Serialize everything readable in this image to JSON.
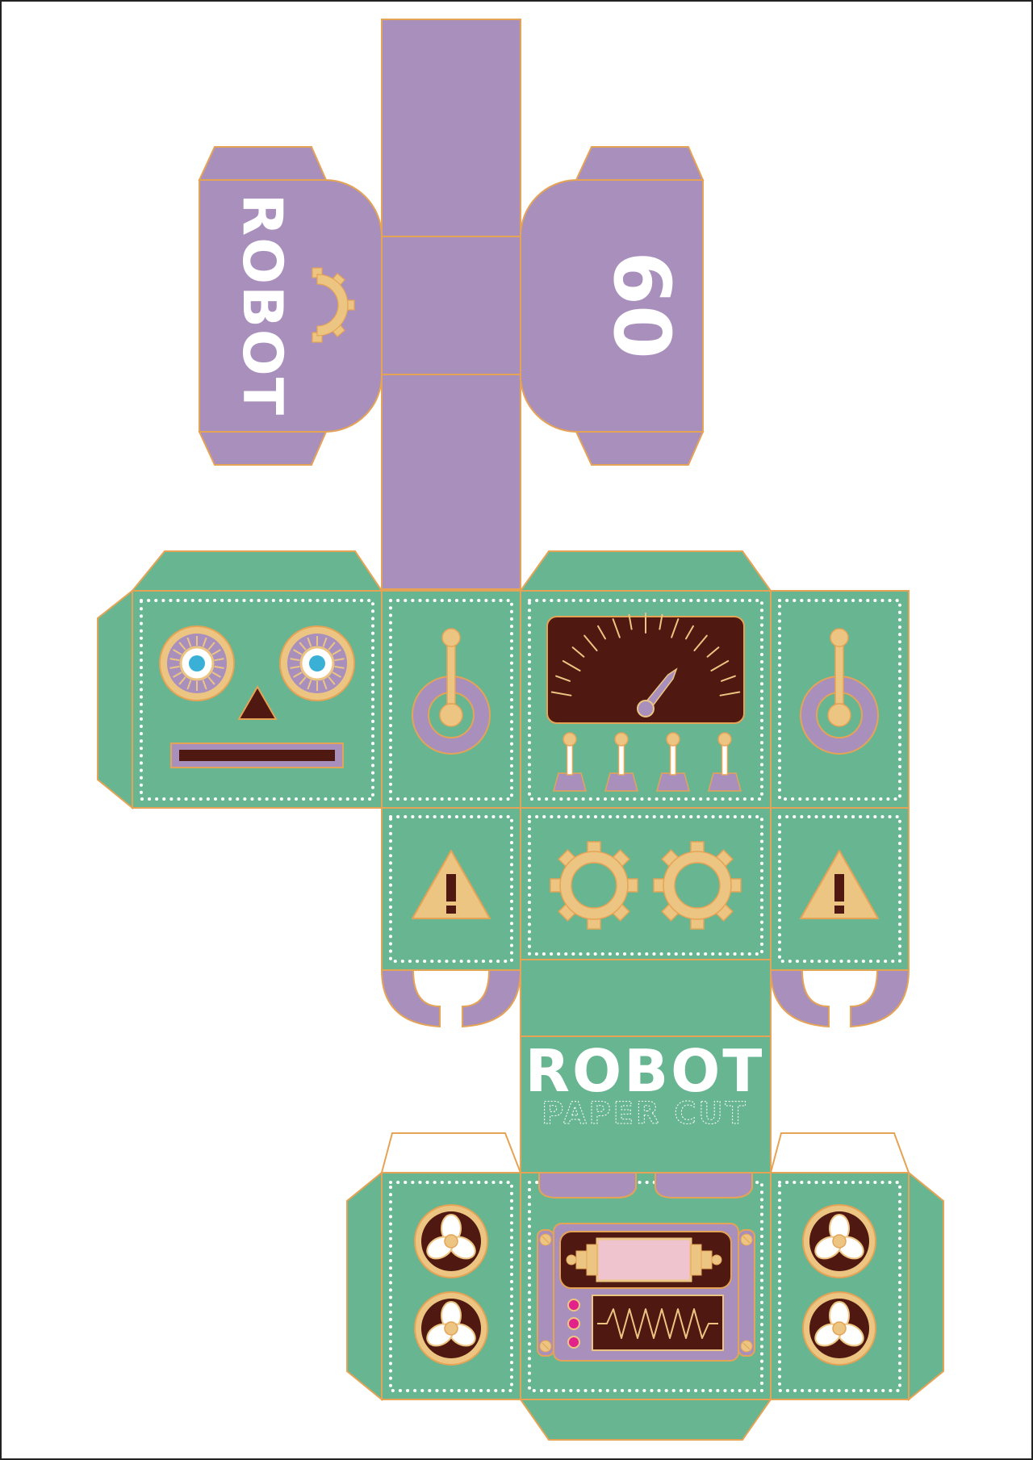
{
  "colors": {
    "purple": "#a990bc",
    "green": "#67b591",
    "outline": "#e5a355",
    "gold": "#edc583",
    "maroon": "#4f1811",
    "white": "#ffffff",
    "cyan": "#3ab0d6",
    "pink": "#efc4cf",
    "magenta": "#e3218a",
    "frame": "#222222"
  },
  "texts": {
    "arm_left_label": "ROBOT",
    "arm_right_label": "60",
    "title": "ROBOT",
    "subtitle": "PAPER CUT",
    "warning_mark": "!"
  },
  "icons": [
    "gear-icon",
    "eye-icon",
    "nose-icon",
    "mouth-slot",
    "lever-icon",
    "speedometer-gauge",
    "toggle-switch-icon",
    "warning-icon",
    "claw-hand",
    "fan-icon",
    "oscilloscope-screen",
    "bulb-icon"
  ]
}
